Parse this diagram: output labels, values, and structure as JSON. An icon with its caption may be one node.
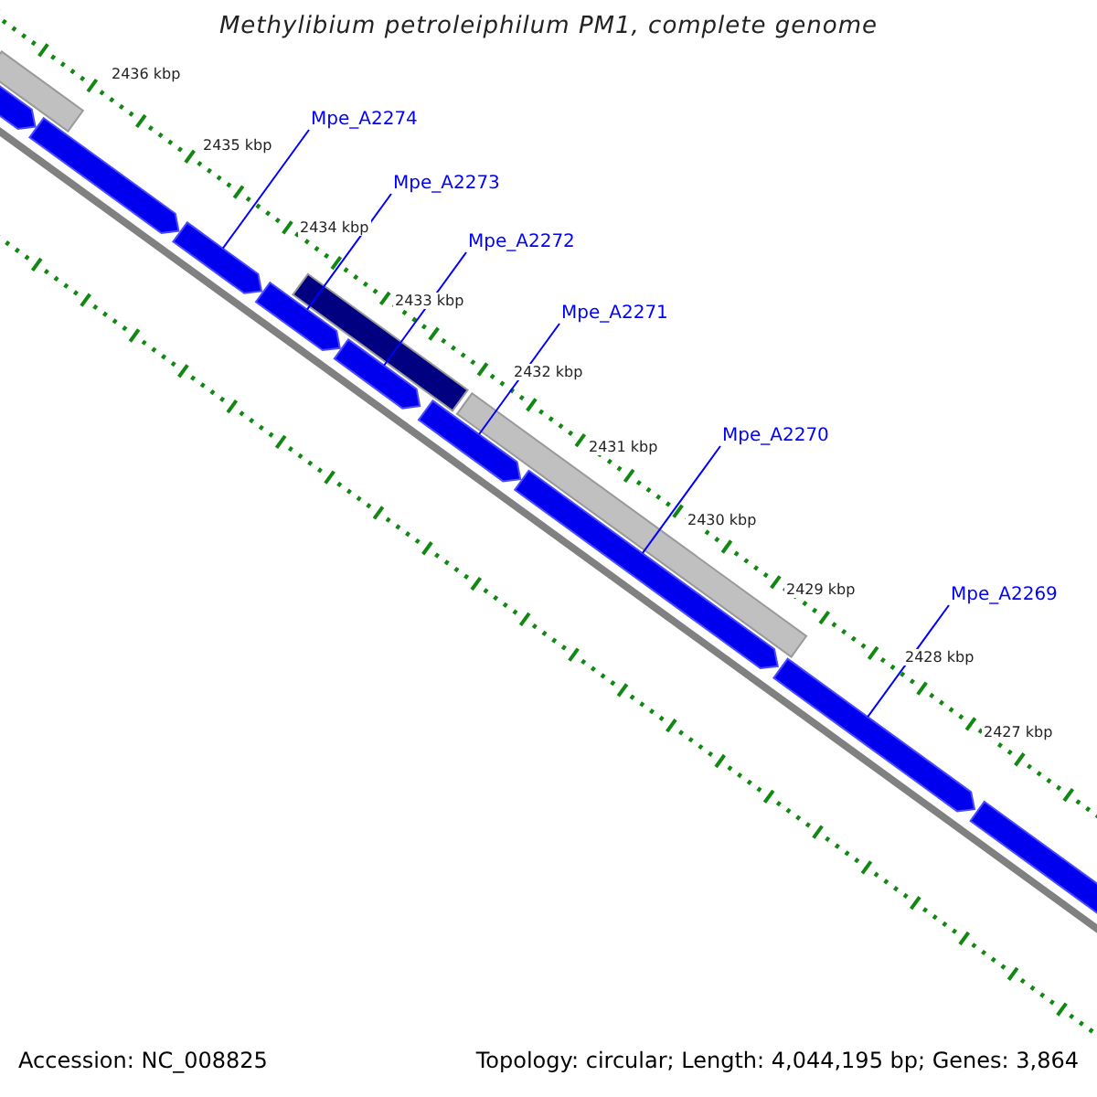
{
  "diagram": {
    "title": "Methylibium petroleiphilum PM1, complete genome",
    "nodes": [
      {
        "text": [
          "Mpe_A2274"
        ]
      },
      {
        "text": [
          "Mpe_A2273"
        ]
      },
      {
        "text": [
          "Mpe_A2272"
        ]
      },
      {
        "text": [
          "Mpe_A2271"
        ]
      },
      {
        "text": [
          "Mpe_A2270"
        ]
      },
      {
        "text": [
          "Mpe_A2269"
        ]
      },
      {
        "text": [],
        "shape": "bar"
      },
      {
        "text": [],
        "shape": "bar"
      },
      {
        "text": [],
        "shape": "bar"
      },
      {
        "text": [],
        "shape": "bar"
      },
      {
        "text": [],
        "shape": "bar"
      },
      {
        "text": [],
        "shape": "bar"
      },
      {
        "text": [],
        "shape": "bar"
      },
      {
        "text": [],
        "shape": "bar"
      },
      {
        "text": [],
        "shape": "bar"
      },
      {
        "text": [],
        "shape": "bar"
      },
      {
        "text": [],
        "shape": "bar"
      },
      {
        "text": [],
        "shape": "bar"
      }
    ],
    "edges": [
      {
        "from": 0,
        "to": 9,
        "arrow": "none"
      },
      {
        "from": 1,
        "to": 10,
        "arrow": "none"
      },
      {
        "from": 2,
        "to": 12,
        "arrow": "none"
      },
      {
        "from": 3,
        "to": 13,
        "arrow": "none"
      },
      {
        "from": 4,
        "to": 15,
        "arrow": "none"
      },
      {
        "from": 5,
        "to": 16,
        "arrow": "none"
      }
    ],
    "labels": [
      "2436 kbp",
      "2435 kbp",
      "2434 kbp",
      "2433 kbp",
      "2432 kbp",
      "2431 kbp",
      "2430 kbp",
      "2429 kbp",
      "2428 kbp",
      "2427 kbp",
      "Accession: NC_008825",
      "Topology: circular; Length: 4,044,195 bp; Genes: 3,864"
    ]
  }
}
